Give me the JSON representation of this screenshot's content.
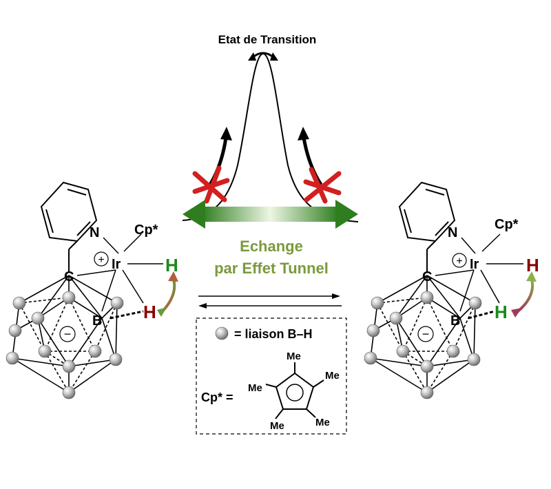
{
  "title": "Etat de Transition",
  "exchange": {
    "line1": "Echange",
    "line2": "par Effet Tunnel"
  },
  "legend": {
    "bh_label": "= liaison B–H",
    "cp_label": "Cp* =",
    "me": "Me"
  },
  "atoms": {
    "N": "N",
    "Cp": "Cp*",
    "Ir": "Ir",
    "C": "C",
    "B": "B",
    "H": "H",
    "plus": "+",
    "minus": "−"
  },
  "colors": {
    "green_h": "#1a8a1a",
    "red_h": "#8b0000",
    "cross": "#d21f1f",
    "arrow_green_dark": "#2e7d1e",
    "arrow_green_light": "#e8f3dc",
    "exchange_text": "#7a9a3a",
    "sphere": "#b0b0b0"
  }
}
